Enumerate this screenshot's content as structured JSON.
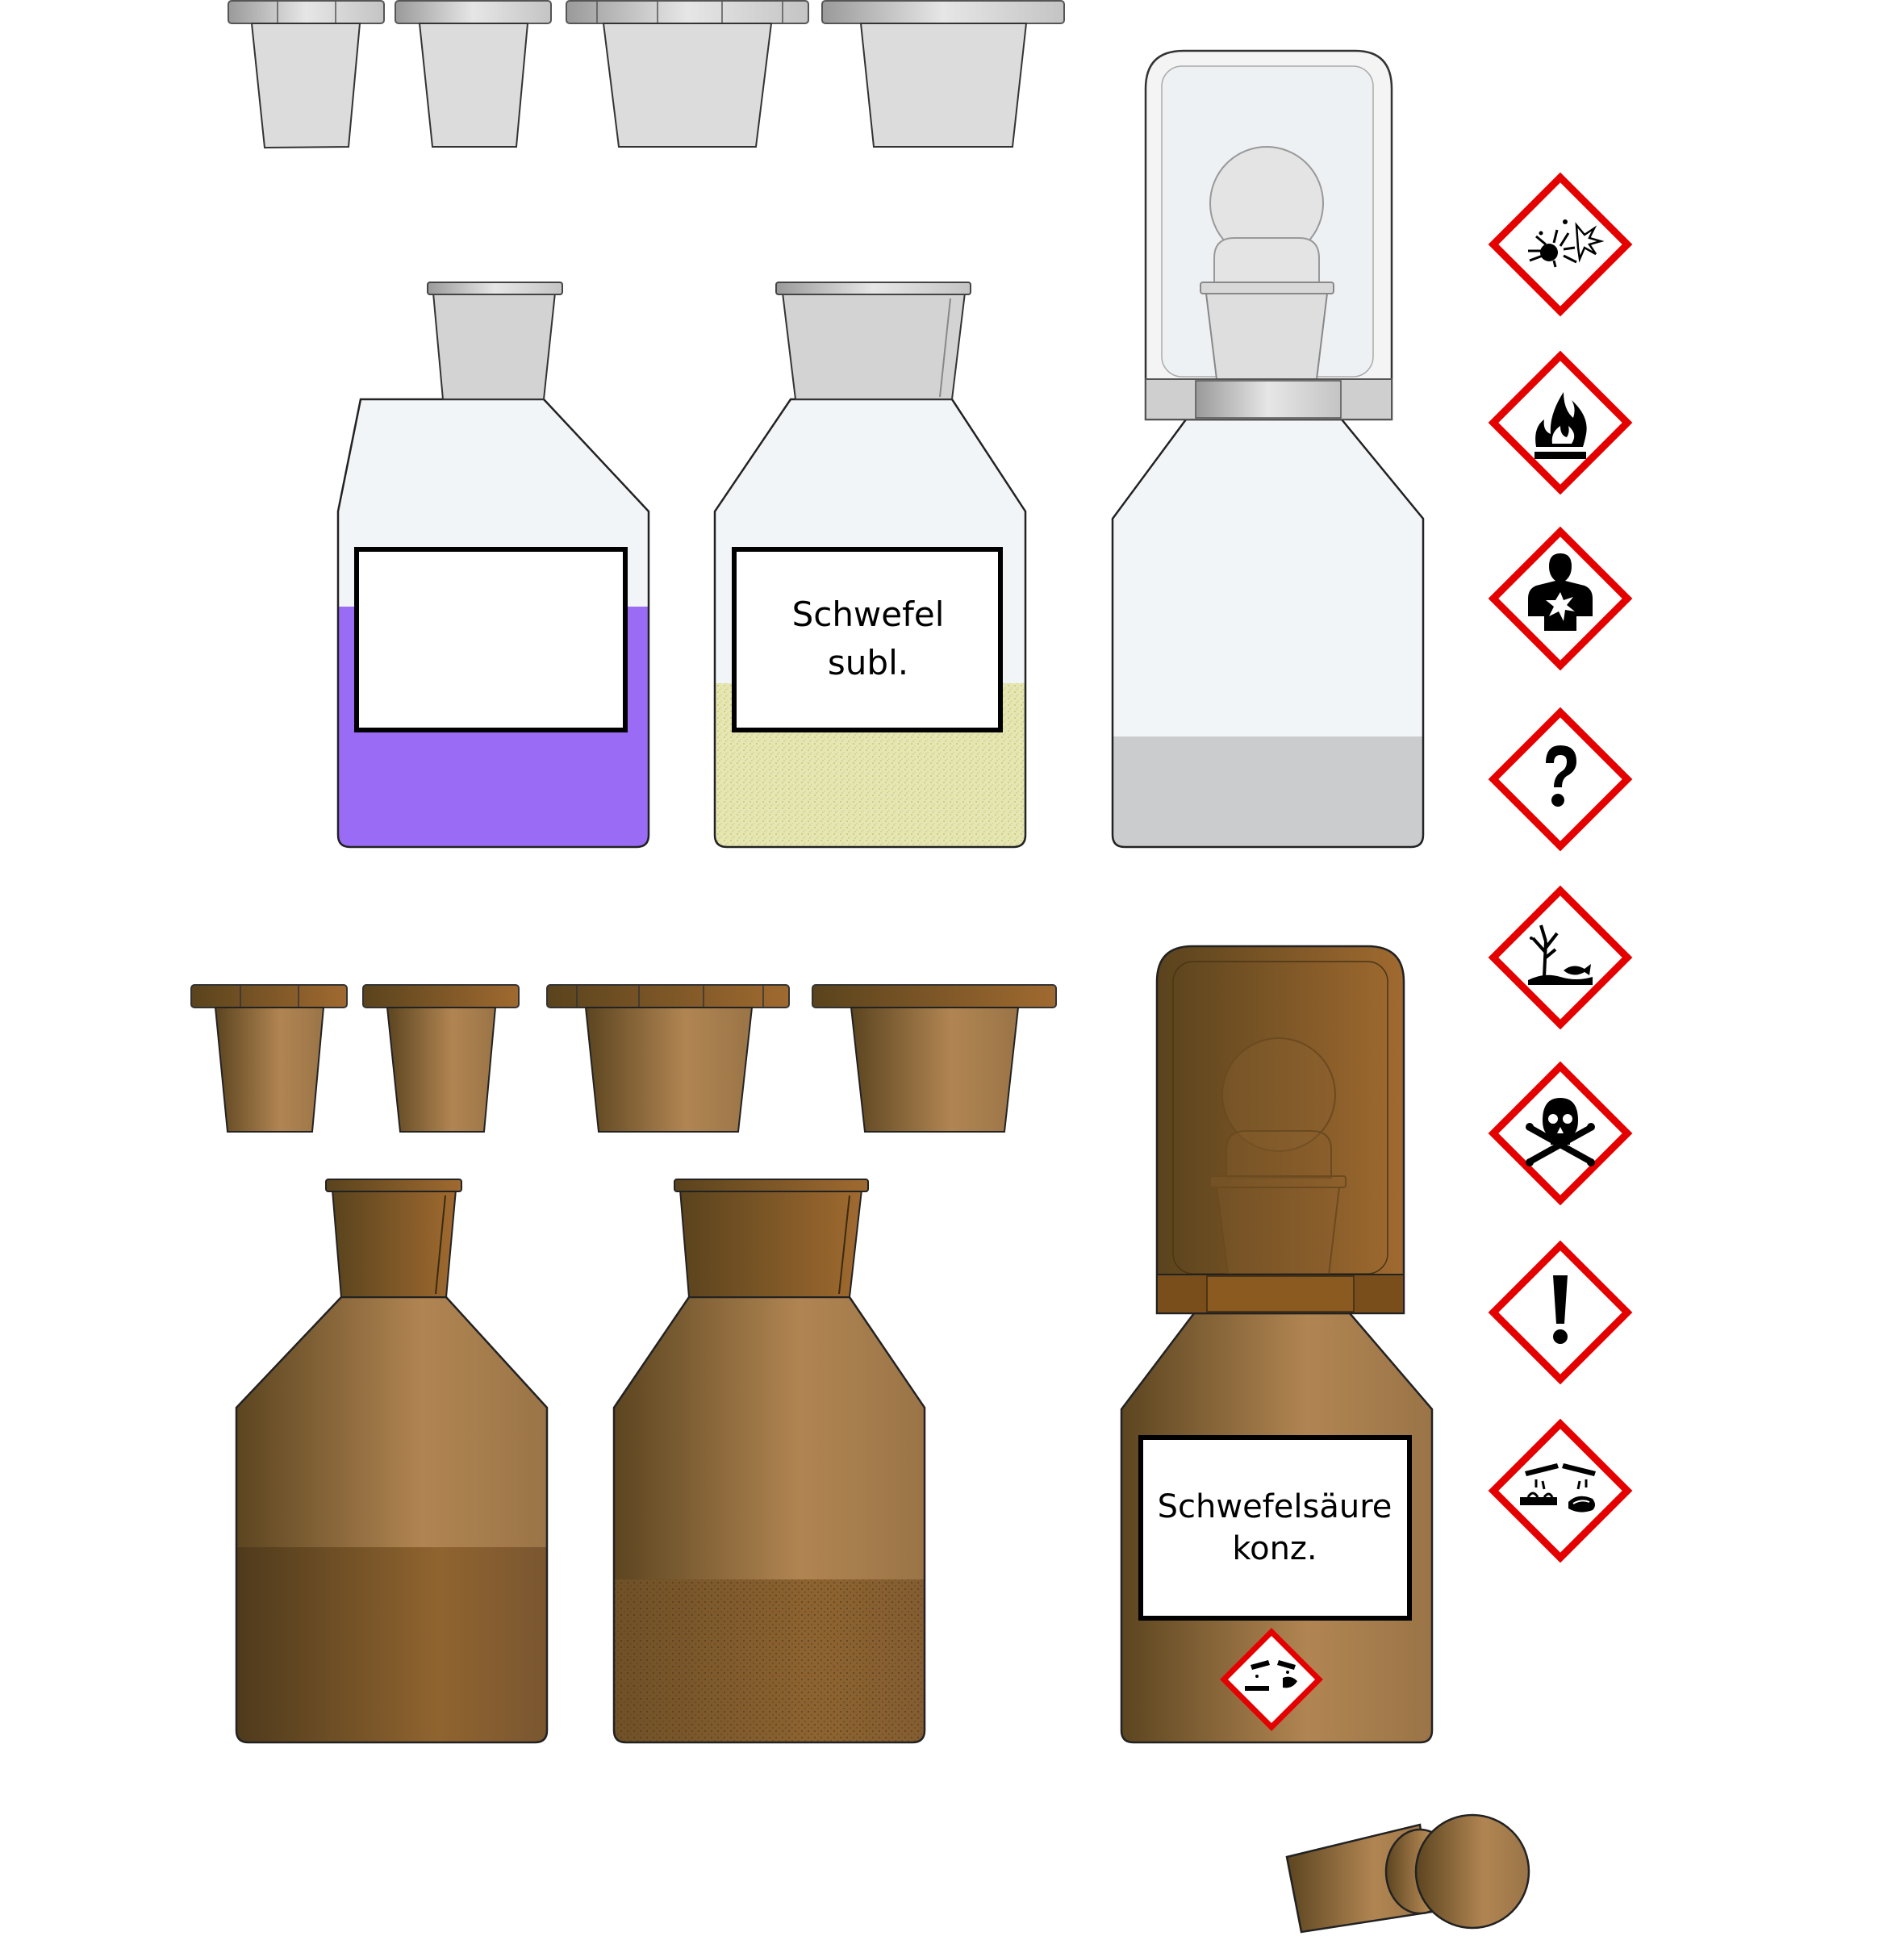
{
  "labels": {
    "sulfur_line1": "Schwefel",
    "sulfur_line2": "subl.",
    "acid_line1": "Schwefelsäure",
    "acid_line2": "konz."
  },
  "colors": {
    "glass_clear": "#f2f5f8",
    "stopper_grey": "#dadada",
    "stopper_rim": "#a9a9a9",
    "violet_liquid": "#9a6cf6",
    "sulfur_powder": "#e3e2a8",
    "grey_liquid": "#cbccce",
    "amber_dark": "#5a4420",
    "amber_light": "#b08452",
    "ghs_red": "#e50000"
  },
  "hazard_pictograms": [
    {
      "icon": "exploding-bomb-icon"
    },
    {
      "icon": "flame-icon"
    },
    {
      "icon": "health-hazard-icon"
    },
    {
      "icon": "question-mark-icon"
    },
    {
      "icon": "environment-icon"
    },
    {
      "icon": "skull-crossbones-icon"
    },
    {
      "icon": "exclamation-mark-icon"
    },
    {
      "icon": "corrosion-icon"
    }
  ]
}
